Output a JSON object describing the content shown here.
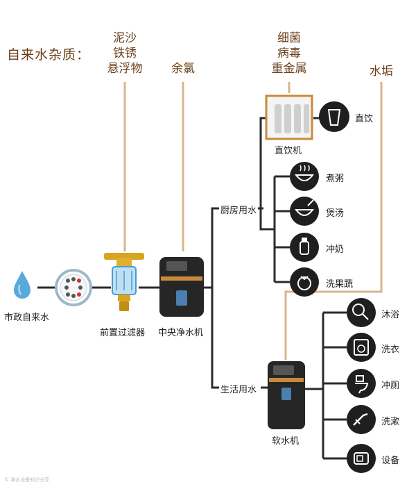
{
  "title": "自来水杂质：",
  "impurities": {
    "sediment": [
      "泥沙",
      "铁锈",
      "悬浮物"
    ],
    "chlorine": [
      "余氯"
    ],
    "microbes": [
      "细菌",
      "病毒",
      "重金属"
    ],
    "scale": [
      "水垢"
    ]
  },
  "devices": {
    "source": "市政自来水",
    "pre_filter": "前置过滤器",
    "central": "中央净水机",
    "direct": "直饮机",
    "softener": "软水机"
  },
  "branches": {
    "kitchen": "厨房用水",
    "living": "生活用水"
  },
  "direct_use": "直饮",
  "kitchen_uses": [
    "煮粥",
    "煲汤",
    "冲奶",
    "洗果蔬"
  ],
  "living_uses": [
    "沐浴",
    "洗衣",
    "冲厕",
    "洗漱",
    "设备"
  ],
  "icons": {
    "source": "water-drop-icon",
    "meter": "water-meter-icon",
    "direct_use": "cup-icon",
    "kitchen_uses": [
      "bowl-icon",
      "soup-bowl-icon",
      "baby-bottle-icon",
      "tomato-icon"
    ],
    "living_uses": [
      "shower-icon",
      "washing-machine-icon",
      "toilet-icon",
      "faucet-icon",
      "appliance-icon"
    ]
  },
  "colors": {
    "pipe": "#2b2b2b",
    "impurity_line": "#d9b48a",
    "impurity_text": "#6b3f1a",
    "unit_body": "#262626",
    "unit_accent": "#c88a3a",
    "water": "#5aa9dc"
  },
  "footer": "© 净水设备知识分享"
}
